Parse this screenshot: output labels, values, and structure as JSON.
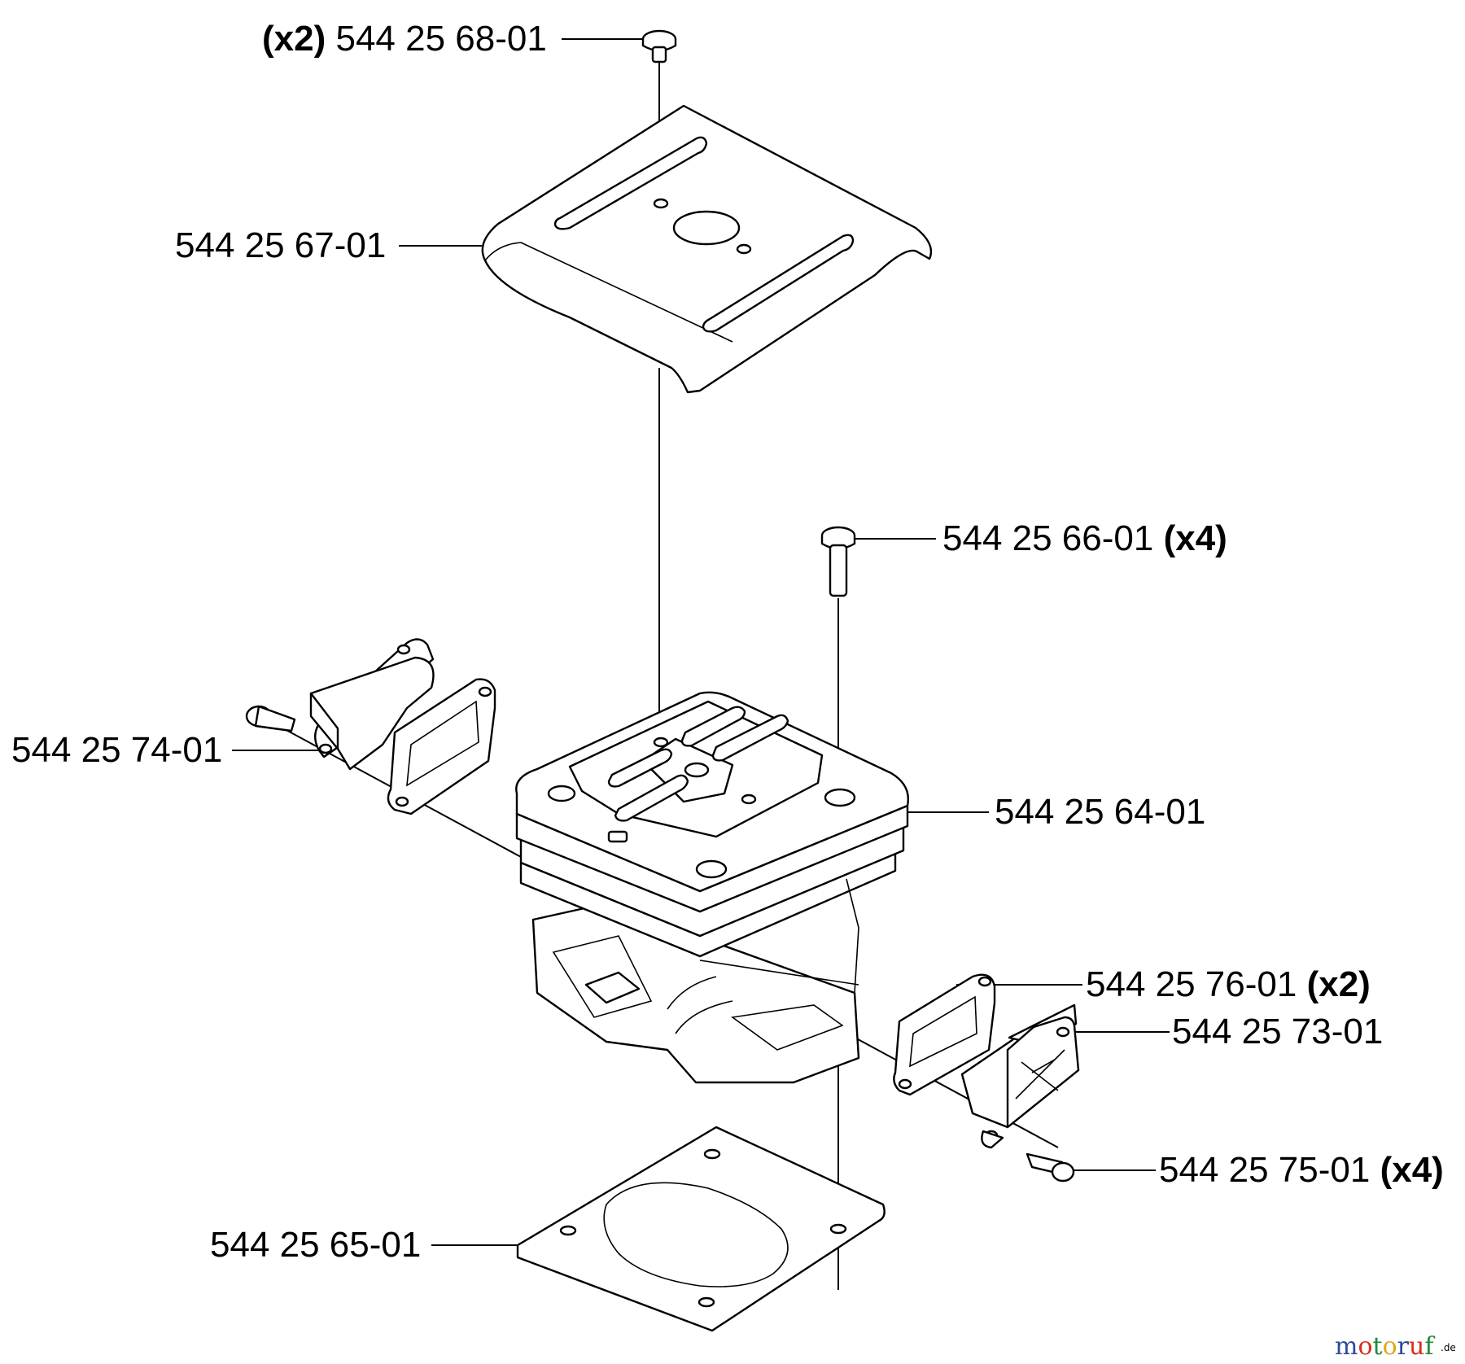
{
  "parts": [
    {
      "id": "cover-screw",
      "number": "544 25 68-01",
      "qty": "(x2)"
    },
    {
      "id": "cylinder-cover",
      "number": "544 25 67-01",
      "qty": ""
    },
    {
      "id": "cylinder-bolt",
      "number": "544 25 66-01",
      "qty": "(x4)"
    },
    {
      "id": "intake-block",
      "number": "544 25 74-01",
      "qty": ""
    },
    {
      "id": "cylinder",
      "number": "544 25 64-01",
      "qty": ""
    },
    {
      "id": "flange-gasket",
      "number": "544 25 76-01",
      "qty": "(x2)"
    },
    {
      "id": "exhaust-block",
      "number": "544 25 73-01",
      "qty": ""
    },
    {
      "id": "flange-screw",
      "number": "544 25 75-01",
      "qty": "(x4)"
    },
    {
      "id": "base-gasket",
      "number": "544 25 65-01",
      "qty": ""
    }
  ],
  "watermark": {
    "letters": [
      "m",
      "o",
      "t",
      "o",
      "r",
      "u",
      "f"
    ],
    "colors": [
      "#2e4a9a",
      "#d6301f",
      "#1f8a3c",
      "#e0a81a",
      "#2e4a9a",
      "#d6301f",
      "#1f8a3c"
    ],
    "suffix": ".de"
  }
}
